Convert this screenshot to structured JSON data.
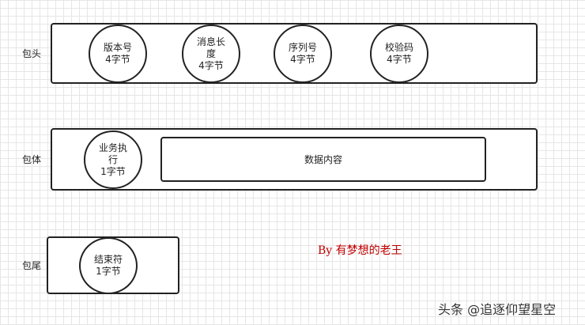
{
  "header": {
    "label": "包头",
    "fields": [
      {
        "lines": [
          "版本号",
          "4字节"
        ]
      },
      {
        "lines": [
          "消息长",
          "度",
          "4字节"
        ]
      },
      {
        "lines": [
          "序列号",
          "4字节"
        ]
      },
      {
        "lines": [
          "校验码",
          "4字节"
        ]
      }
    ]
  },
  "body": {
    "label": "包体",
    "business_field": {
      "lines": [
        "业务执",
        "行",
        "1字节"
      ]
    },
    "data_field": {
      "label": "数据内容"
    }
  },
  "tail": {
    "label": "包尾",
    "end_field": {
      "lines": [
        "结束符",
        "1字节"
      ]
    }
  },
  "author": "By 有梦想的老王",
  "watermark": "头条 @追逐仰望星空"
}
